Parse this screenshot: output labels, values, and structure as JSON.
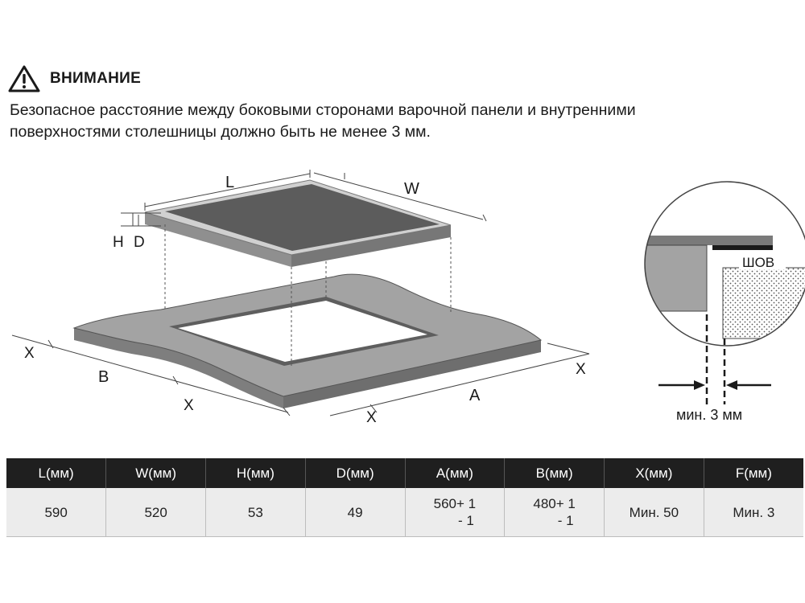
{
  "warning": {
    "title": "ВНИМАНИЕ",
    "line1": "Безопасное расстояние между боковыми сторонами варочной панели и внутренними",
    "line2": "поверхностями столешницы должно быть не менее 3 мм."
  },
  "diagram": {
    "label_L": "L",
    "label_W": "W",
    "label_H": "H",
    "label_D": "D",
    "label_A": "A",
    "label_B": "B",
    "label_X": "X",
    "label_seam": "ШОВ",
    "label_min_gap": "мин. 3 мм"
  },
  "table": {
    "headers": [
      "L(мм)",
      "W(мм)",
      "H(мм)",
      "D(мм)",
      "A(мм)",
      "B(мм)",
      "X(мм)",
      "F(мм)"
    ],
    "row": {
      "L": "590",
      "W": "520",
      "H": "53",
      "D": "49",
      "A_line1": "560+ 1",
      "A_line2": "- 1",
      "B_line1": "480+ 1",
      "B_line2": "- 1",
      "X": "Мин. 50",
      "F": "Мин. 3"
    }
  },
  "colors": {
    "hob_glass": "#5c5c5c",
    "counter": "#9a9a9a",
    "table_header": "#1f1f1f",
    "table_body": "#ececec"
  }
}
